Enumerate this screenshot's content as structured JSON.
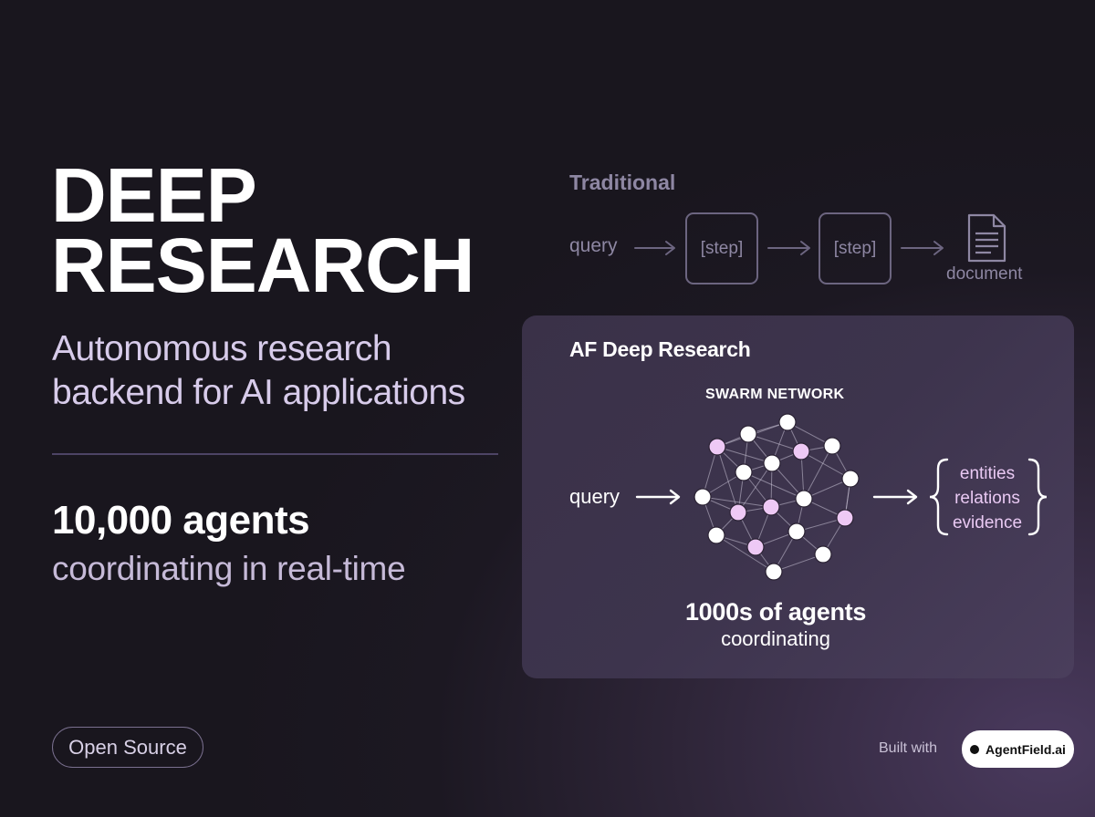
{
  "hero": {
    "title_line1": "DEEP",
    "title_line2": "RESEARCH",
    "subtitle_line1": "Autonomous research",
    "subtitle_line2": "backend for AI applications",
    "agents_count": "10,000 agents",
    "agents_sub": "coordinating in real-time"
  },
  "tag": {
    "label": "Open Source"
  },
  "traditional": {
    "label": "Traditional",
    "query": "query",
    "steps": [
      "[step]",
      "[step]"
    ],
    "output": "document",
    "icon": "document-icon"
  },
  "af": {
    "title": "AF Deep Research",
    "network_label": "SWARM NETWORK",
    "query": "query",
    "outputs": [
      "entities",
      "relations",
      "evidence"
    ],
    "footer_big": "1000s of agents",
    "footer_small": "coordinating"
  },
  "footer": {
    "built_with": "Built with",
    "brand": "AgentField.ai"
  },
  "colors": {
    "accent": "#e9c9f3",
    "node_highlight": "#eec9f5",
    "node_default": "#ffffff",
    "muted": "#8e87a3"
  }
}
